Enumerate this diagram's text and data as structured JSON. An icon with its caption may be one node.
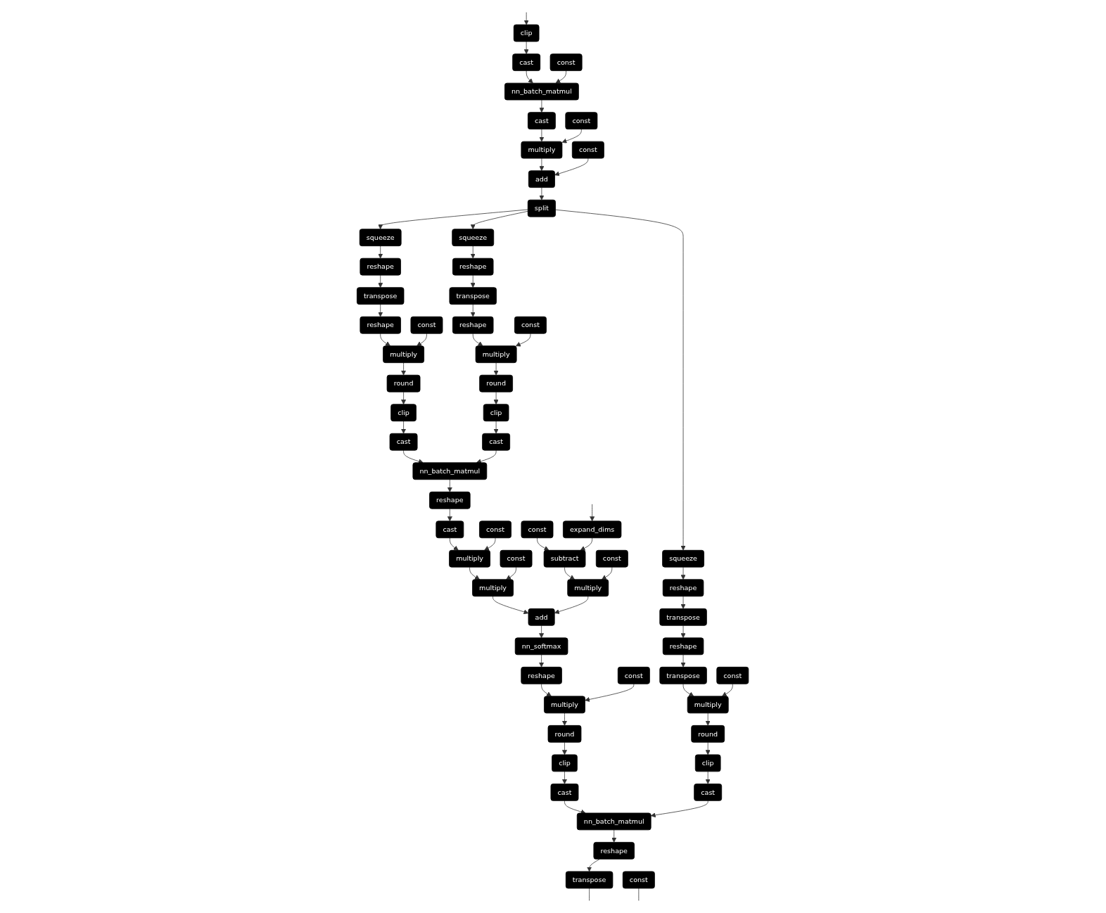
{
  "diagram": {
    "nodes": [
      {
        "text": [
          "clip"
        ]
      },
      {
        "text": [
          "const"
        ]
      },
      {
        "text": [
          "cast"
        ]
      },
      {
        "text": [
          "nn_batch_matmul"
        ]
      },
      {
        "text": [
          "const"
        ]
      },
      {
        "text": [
          "cast"
        ]
      },
      {
        "text": [
          "const"
        ]
      },
      {
        "text": [
          "multiply"
        ]
      },
      {
        "text": [
          "add"
        ]
      },
      {
        "text": [
          "split"
        ]
      },
      {
        "text": [
          "squeeze"
        ]
      },
      {
        "text": [
          "squeeze"
        ]
      },
      {
        "text": [
          "reshape"
        ]
      },
      {
        "text": [
          "reshape"
        ]
      },
      {
        "text": [
          "transpose"
        ]
      },
      {
        "text": [
          "const"
        ]
      },
      {
        "text": [
          "transpose"
        ]
      },
      {
        "text": [
          "const"
        ]
      },
      {
        "text": [
          "reshape"
        ]
      },
      {
        "text": [
          "reshape"
        ]
      },
      {
        "text": [
          "multiply"
        ]
      },
      {
        "text": [
          "multiply"
        ]
      },
      {
        "text": [
          "round"
        ]
      },
      {
        "text": [
          "round"
        ]
      },
      {
        "text": [
          "clip"
        ]
      },
      {
        "text": [
          "clip"
        ]
      },
      {
        "text": [
          "cast"
        ]
      },
      {
        "text": [
          "cast"
        ]
      },
      {
        "text": [
          "nn_batch_matmul"
        ]
      },
      {
        "text": [
          "reshape"
        ]
      },
      {
        "text": [
          "const"
        ]
      },
      {
        "text": [
          "const"
        ]
      },
      {
        "text": [
          "cast"
        ]
      },
      {
        "text": [
          "const"
        ]
      },
      {
        "text": [
          "expand_dims"
        ]
      },
      {
        "text": [
          "const"
        ]
      },
      {
        "text": [
          "multiply"
        ]
      },
      {
        "text": [
          "subtract"
        ]
      },
      {
        "text": [
          "squeeze"
        ]
      },
      {
        "text": [
          "multiply"
        ]
      },
      {
        "text": [
          "multiply"
        ]
      },
      {
        "text": [
          "reshape"
        ]
      },
      {
        "text": [
          "add"
        ]
      },
      {
        "text": [
          "transpose"
        ]
      },
      {
        "text": [
          "nn_softmax"
        ]
      },
      {
        "text": [
          "const"
        ]
      },
      {
        "text": [
          "reshape"
        ]
      },
      {
        "text": [
          "const"
        ]
      },
      {
        "text": [
          "reshape"
        ]
      },
      {
        "text": [
          "transpose"
        ]
      },
      {
        "text": [
          "multiply"
        ]
      },
      {
        "text": [
          "multiply"
        ]
      },
      {
        "text": [
          "round"
        ]
      },
      {
        "text": [
          "round"
        ]
      },
      {
        "text": [
          "clip"
        ]
      },
      {
        "text": [
          "clip"
        ]
      },
      {
        "text": [
          "cast"
        ]
      },
      {
        "text": [
          "cast"
        ]
      },
      {
        "text": [
          "nn_batch_matmul"
        ]
      },
      {
        "text": [
          "reshape"
        ]
      },
      {
        "text": [
          "transpose"
        ]
      },
      {
        "text": [
          "const"
        ]
      }
    ],
    "edges": [
      {
        "from": null,
        "to": 0,
        "arrow": "to"
      },
      {
        "from": 0,
        "to": 2,
        "arrow": "to"
      },
      {
        "from": 2,
        "to": 3,
        "arrow": "to"
      },
      {
        "from": 1,
        "to": 3,
        "arrow": "to"
      },
      {
        "from": 3,
        "to": 5,
        "arrow": "to"
      },
      {
        "from": 5,
        "to": 7,
        "arrow": "to"
      },
      {
        "from": 4,
        "to": 7,
        "arrow": "to"
      },
      {
        "from": 7,
        "to": 8,
        "arrow": "to"
      },
      {
        "from": 6,
        "to": 8,
        "arrow": "to"
      },
      {
        "from": 8,
        "to": 9,
        "arrow": "to"
      },
      {
        "from": 9,
        "to": 10,
        "arrow": "to"
      },
      {
        "from": 9,
        "to": 11,
        "arrow": "to"
      },
      {
        "from": 9,
        "to": 38,
        "arrow": "to"
      },
      {
        "from": 10,
        "to": 12,
        "arrow": "to"
      },
      {
        "from": 12,
        "to": 14,
        "arrow": "to"
      },
      {
        "from": 14,
        "to": 18,
        "arrow": "to"
      },
      {
        "from": 18,
        "to": 20,
        "arrow": "to"
      },
      {
        "from": 15,
        "to": 20,
        "arrow": "to"
      },
      {
        "from": 20,
        "to": 22,
        "arrow": "to"
      },
      {
        "from": 22,
        "to": 24,
        "arrow": "to"
      },
      {
        "from": 24,
        "to": 26,
        "arrow": "to"
      },
      {
        "from": 26,
        "to": 28,
        "arrow": "to"
      },
      {
        "from": 11,
        "to": 13,
        "arrow": "to"
      },
      {
        "from": 13,
        "to": 16,
        "arrow": "to"
      },
      {
        "from": 16,
        "to": 19,
        "arrow": "to"
      },
      {
        "from": 19,
        "to": 21,
        "arrow": "to"
      },
      {
        "from": 17,
        "to": 21,
        "arrow": "to"
      },
      {
        "from": 21,
        "to": 23,
        "arrow": "to"
      },
      {
        "from": 23,
        "to": 25,
        "arrow": "to"
      },
      {
        "from": 25,
        "to": 27,
        "arrow": "to"
      },
      {
        "from": 27,
        "to": 28,
        "arrow": "to"
      },
      {
        "from": 28,
        "to": 29,
        "arrow": "to"
      },
      {
        "from": 29,
        "to": 32,
        "arrow": "to"
      },
      {
        "from": 32,
        "to": 36,
        "arrow": "to"
      },
      {
        "from": 30,
        "to": 36,
        "arrow": "to"
      },
      {
        "from": 36,
        "to": 39,
        "arrow": "to"
      },
      {
        "from": 33,
        "to": 39,
        "arrow": "to"
      },
      {
        "from": 31,
        "to": 37,
        "arrow": "to"
      },
      {
        "from": null,
        "to": 34,
        "arrow": "to"
      },
      {
        "from": 34,
        "to": 37,
        "arrow": "to"
      },
      {
        "from": 37,
        "to": 40,
        "arrow": "to"
      },
      {
        "from": 35,
        "to": 40,
        "arrow": "to"
      },
      {
        "from": 39,
        "to": 42,
        "arrow": "to"
      },
      {
        "from": 40,
        "to": 42,
        "arrow": "to"
      },
      {
        "from": 42,
        "to": 44,
        "arrow": "to"
      },
      {
        "from": 44,
        "to": 48,
        "arrow": "to"
      },
      {
        "from": 48,
        "to": 50,
        "arrow": "to"
      },
      {
        "from": 45,
        "to": 50,
        "arrow": "to"
      },
      {
        "from": 50,
        "to": 52,
        "arrow": "to"
      },
      {
        "from": 52,
        "to": 54,
        "arrow": "to"
      },
      {
        "from": 54,
        "to": 56,
        "arrow": "to"
      },
      {
        "from": 56,
        "to": 58,
        "arrow": "to"
      },
      {
        "from": 38,
        "to": 41,
        "arrow": "to"
      },
      {
        "from": 41,
        "to": 43,
        "arrow": "to"
      },
      {
        "from": 43,
        "to": 46,
        "arrow": "to"
      },
      {
        "from": 46,
        "to": 49,
        "arrow": "to"
      },
      {
        "from": 49,
        "to": 51,
        "arrow": "to"
      },
      {
        "from": 47,
        "to": 51,
        "arrow": "to"
      },
      {
        "from": 51,
        "to": 53,
        "arrow": "to"
      },
      {
        "from": 53,
        "to": 55,
        "arrow": "to"
      },
      {
        "from": 55,
        "to": 57,
        "arrow": "to"
      },
      {
        "from": 57,
        "to": 58,
        "arrow": "to"
      },
      {
        "from": 58,
        "to": 59,
        "arrow": "to"
      },
      {
        "from": 59,
        "to": 60,
        "arrow": "to"
      },
      {
        "from": 60,
        "to": null,
        "arrow": "none"
      },
      {
        "from": 61,
        "to": null,
        "arrow": "none"
      }
    ]
  }
}
